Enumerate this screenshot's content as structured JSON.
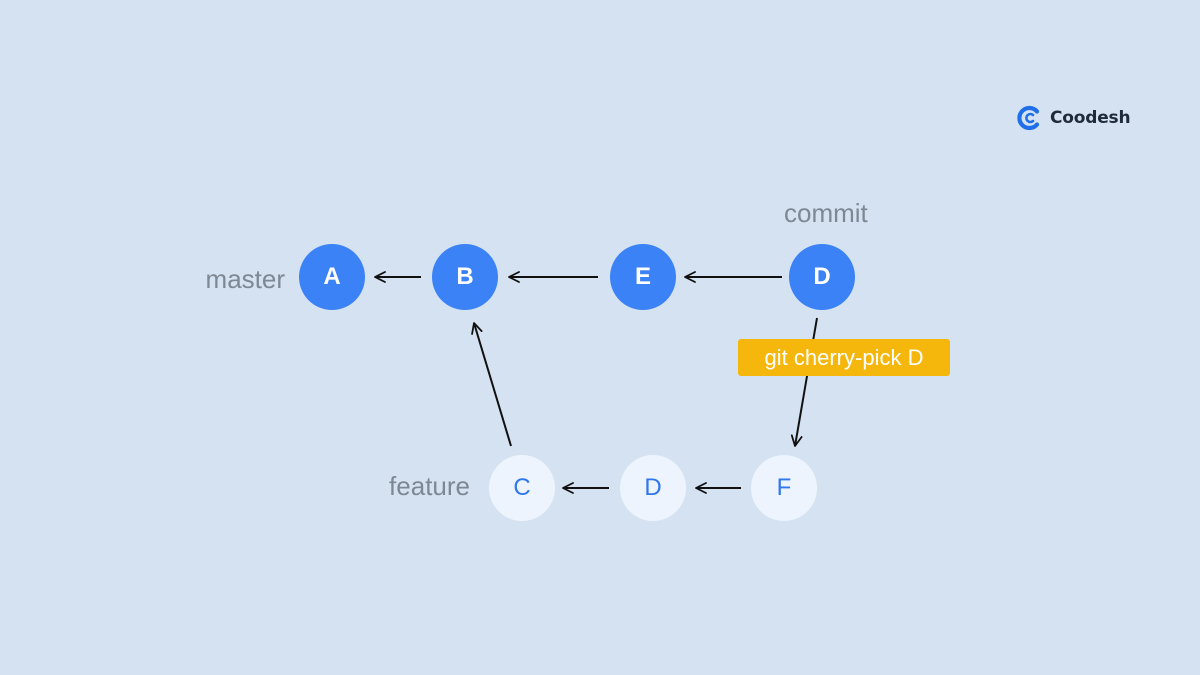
{
  "brand": {
    "name": "Coodesh",
    "logo_icon": "coodesh-logo-icon",
    "accent_color": "#1f6feb"
  },
  "colors": {
    "background": "#d5e2f1",
    "main_commit": "#3b82f6",
    "feature_commit": "#edf4fd",
    "label_text": "#7e8894",
    "highlight": "#f6b70c"
  },
  "labels": {
    "master": "master",
    "commit": "commit",
    "feature": "feature"
  },
  "commits": {
    "master": [
      "A",
      "B",
      "E",
      "D"
    ],
    "feature": [
      "C",
      "D",
      "F"
    ]
  },
  "action": {
    "command": "git cherry-pick D"
  },
  "edges": [
    {
      "from": "B",
      "to": "A",
      "branch": "master"
    },
    {
      "from": "E",
      "to": "B",
      "branch": "master"
    },
    {
      "from": "D",
      "to": "E",
      "branch": "master"
    },
    {
      "from": "C",
      "to": "B",
      "branch": "feature"
    },
    {
      "from": "D",
      "to": "C",
      "branch": "feature"
    },
    {
      "from": "F",
      "to": "D",
      "branch": "feature"
    },
    {
      "from": "D",
      "to": "F",
      "branch": "cherry-pick"
    }
  ]
}
